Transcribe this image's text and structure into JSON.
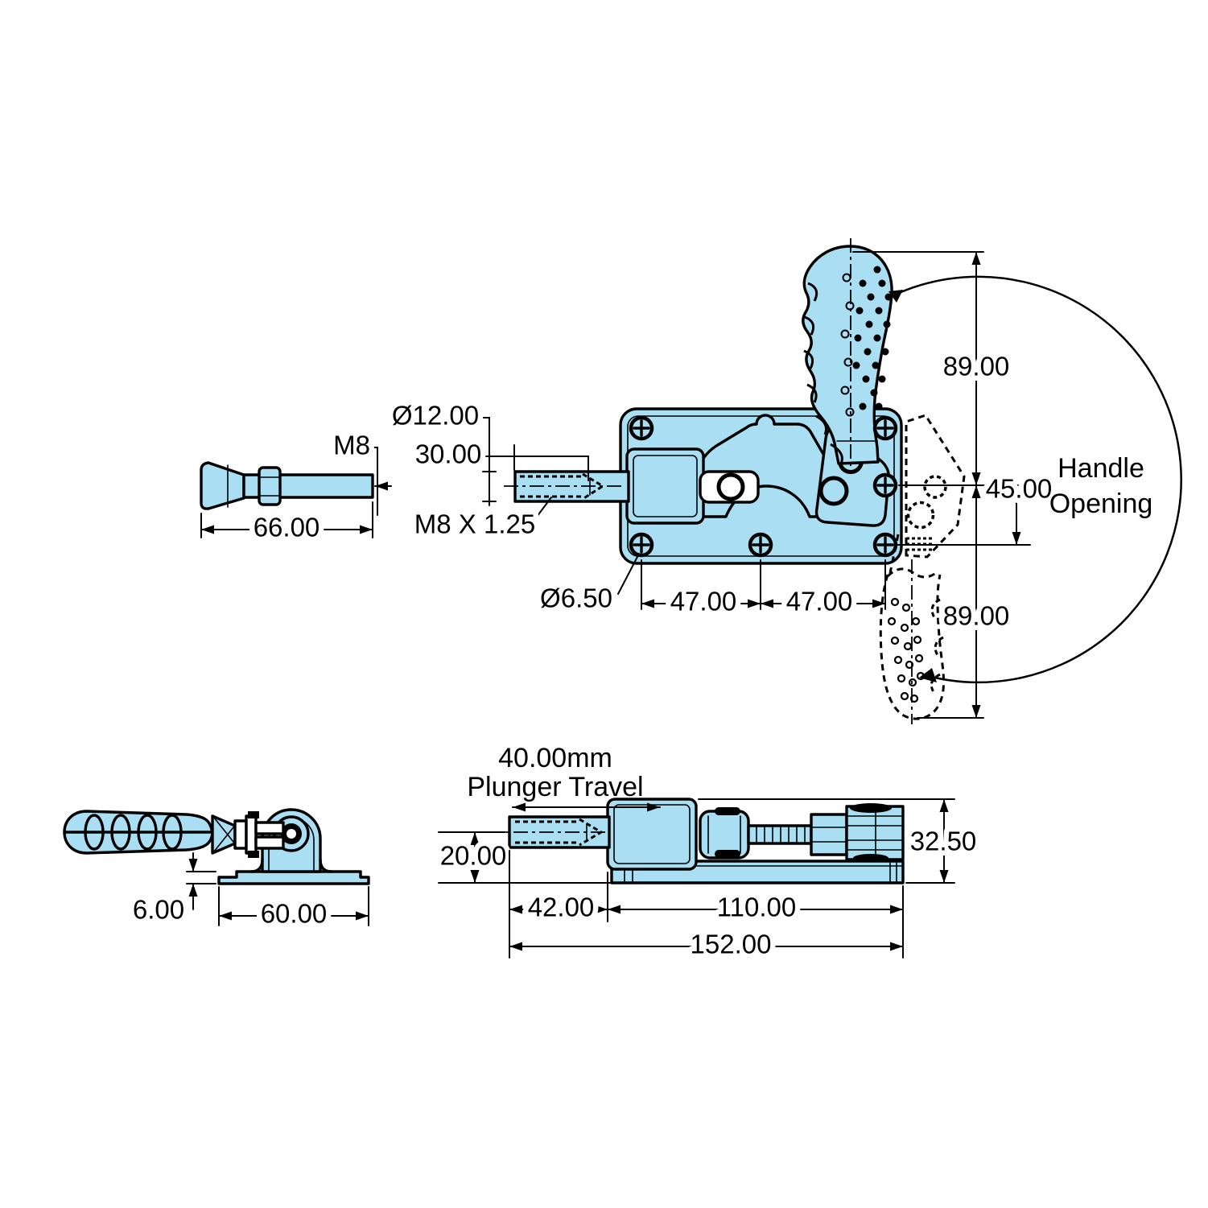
{
  "colors": {
    "part_fill": "#aadef2",
    "line": "#000000",
    "background": "#ffffff"
  },
  "labels": {
    "m8": "M8",
    "spindle_length": "66.00",
    "plunger_dia": "Ø12.00",
    "thread_length": "30.00",
    "thread_spec": "M8 X 1.25",
    "hole_dia": "Ø6.50",
    "hole_pitch_left": "47.00",
    "hole_pitch_right": "47.00",
    "handle_up_height": "89.00",
    "mount_hole_spacing": "45.00",
    "handle_down_height": "89.00",
    "handle_opening_line1": "Handle",
    "handle_opening_line2": "Opening",
    "base_height": "6.00",
    "base_width": "60.00",
    "travel_line1": "40.00mm",
    "travel_line2": "Plunger Travel",
    "center_height": "20.00",
    "plunger_extension": "42.00",
    "body_length": "110.00",
    "total_length": "152.00",
    "overall_height": "32.50"
  }
}
